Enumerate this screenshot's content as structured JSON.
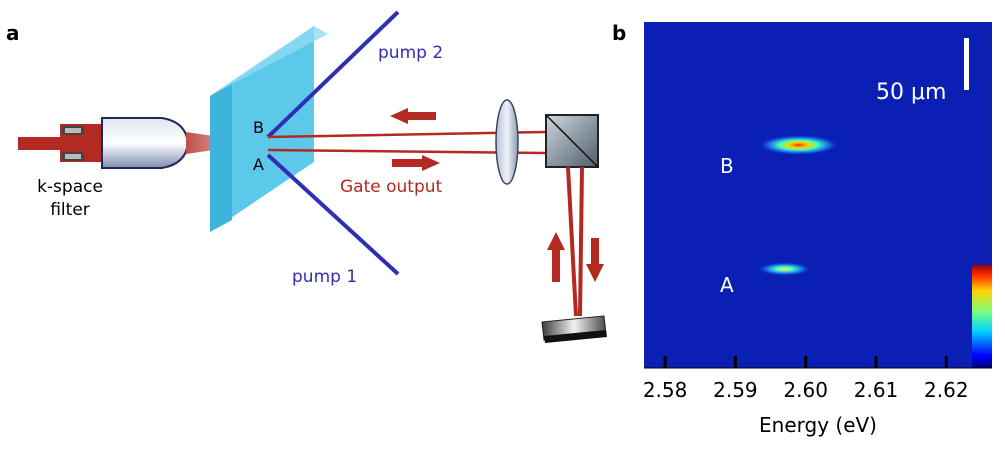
{
  "panel_a": {
    "letter": "a",
    "filter_label_line1": "k-space",
    "filter_label_line2": "filter",
    "point_b": "B",
    "point_a": "A",
    "pump2_label": "pump 2",
    "pump1_label": "pump 1",
    "gate_output_label": "Gate output",
    "colors": {
      "beam": "#b22a22",
      "pump": "#2f2fb5",
      "sample": "#4fc3e6",
      "gate_text": "#b22a22",
      "pump_text": "#2f2fb5"
    }
  },
  "panel_b": {
    "letter": "b",
    "scale_bar_label": "50 μm",
    "label_b": "B",
    "label_a": "A",
    "xlabel": "Energy (eV)",
    "xticks": [
      "2.58",
      "2.59",
      "2.60",
      "2.61",
      "2.62"
    ],
    "background_color": "#0a1fb4",
    "colormap": "jet"
  },
  "chart_data": {
    "type": "heatmap",
    "xlabel": "Energy (eV)",
    "x_ticks": [
      2.58,
      2.59,
      2.6,
      2.61,
      2.62
    ],
    "xlim": [
      2.577,
      2.6265
    ],
    "spots": [
      {
        "label": "B",
        "energy_eV": 2.599
      },
      {
        "label": "A",
        "energy_eV": 2.597
      }
    ],
    "scale_bar": "50 μm",
    "colorbar": "jet"
  }
}
